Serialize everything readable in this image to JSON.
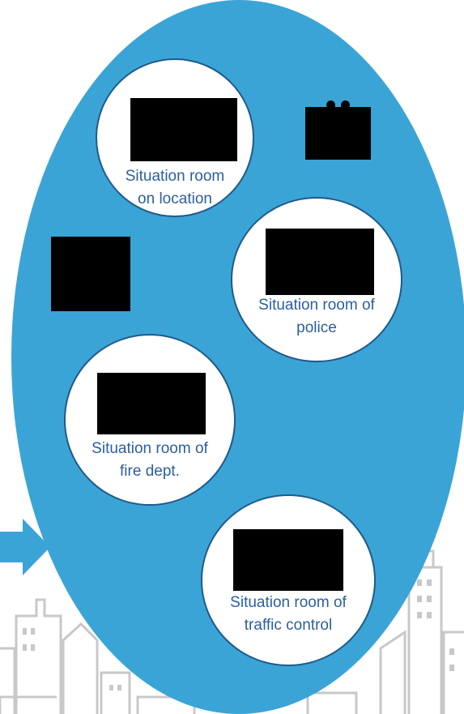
{
  "colors": {
    "ellipse": "#3ba4d6",
    "circle_fill": "#ffffff",
    "circle_border": "#1f5a8a",
    "label_text": "#2b5fa0",
    "redaction": "#000000",
    "arrow": "#3ba4d6",
    "skyline": "#c8c8c8"
  },
  "rooms": [
    {
      "line1": "Situation room",
      "line2": "on location"
    },
    {
      "line1": "Situation room of",
      "line2": "police"
    },
    {
      "line1": "Situation room of",
      "line2": "fire dept."
    },
    {
      "line1": "Situation room of",
      "line2": "traffic control"
    }
  ],
  "icons": {
    "arrow": "right-arrow-icon",
    "background": "city-skyline"
  }
}
